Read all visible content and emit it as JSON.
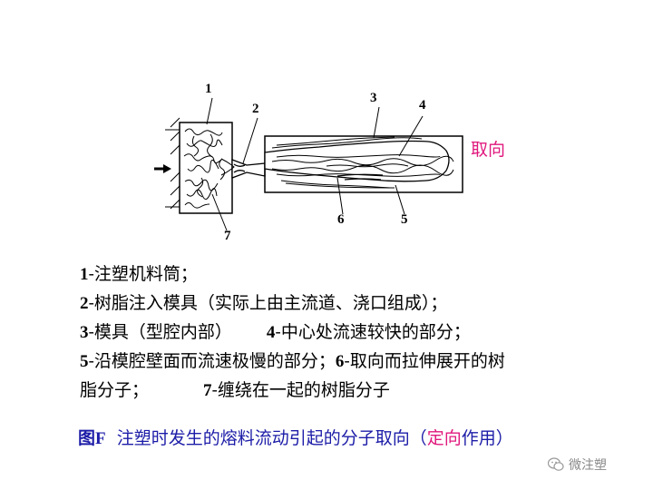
{
  "labels": {
    "n1": "1",
    "n2": "2",
    "n3": "3",
    "n4": "4",
    "n5": "5",
    "n6": "6",
    "n7": "7",
    "orientation": "取向"
  },
  "legend": [
    {
      "num": "1",
      "text": "-注塑机料筒；"
    },
    {
      "num": "2",
      "text": "-树脂注入模具（实际上由主流道、浇口组成）；"
    },
    {
      "num": "3",
      "text": "-模具（型腔内部）",
      "num2": "4",
      "text2": "-中心处流速较快的部分；"
    },
    {
      "num": "5",
      "text": "-沿模腔壁面而流速极慢的部分；",
      "num2": "6",
      "text2": "-取向而拉伸展开的树"
    },
    {
      "text": "脂分子；",
      "num2": "7",
      "text2": "-缠绕在一起的树脂分子"
    }
  ],
  "caption": {
    "prefix": "图F",
    "text": "注塑时发生的熔料流动引起的分子取向（",
    "highlight": "定向",
    "suffix": "作用）"
  },
  "watermark": "微注塑"
}
